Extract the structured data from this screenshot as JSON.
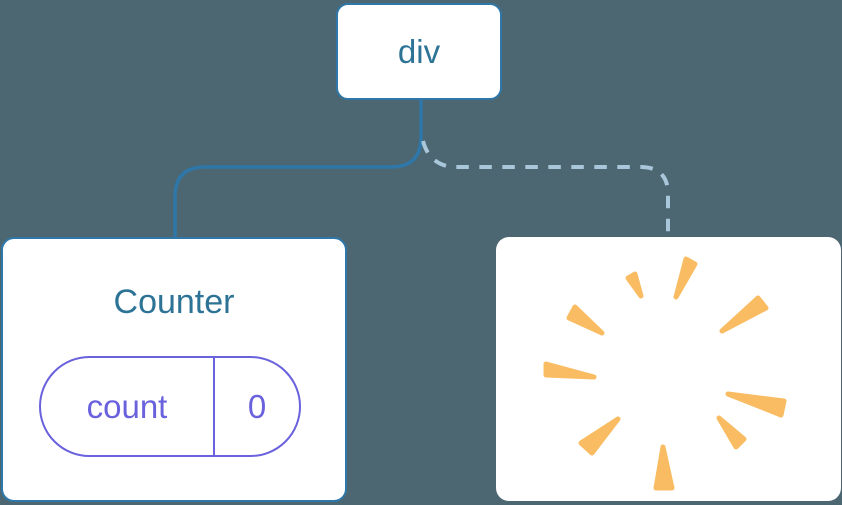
{
  "root_node": {
    "label": "div"
  },
  "counter_card": {
    "title": "Counter",
    "state_pill": {
      "key_label": "count",
      "value": "0"
    }
  },
  "removed_card": {
    "icon": "poof-sparks-icon"
  },
  "connectors": [
    {
      "id": "left-child-connector",
      "style": "solid",
      "color": "#2e77a8"
    },
    {
      "id": "right-child-connector",
      "style": "dashed",
      "color": "#a9c7da"
    }
  ],
  "colors": {
    "background": "#4c6771",
    "card_background": "#ffffff",
    "node_border": "#2e77a8",
    "node_text": "#2d7396",
    "solid_connector": "#2e77a8",
    "dashed_connector": "#a9c7da",
    "state_accent": "#6a61dd",
    "spark_orange": "#f9bc62"
  }
}
